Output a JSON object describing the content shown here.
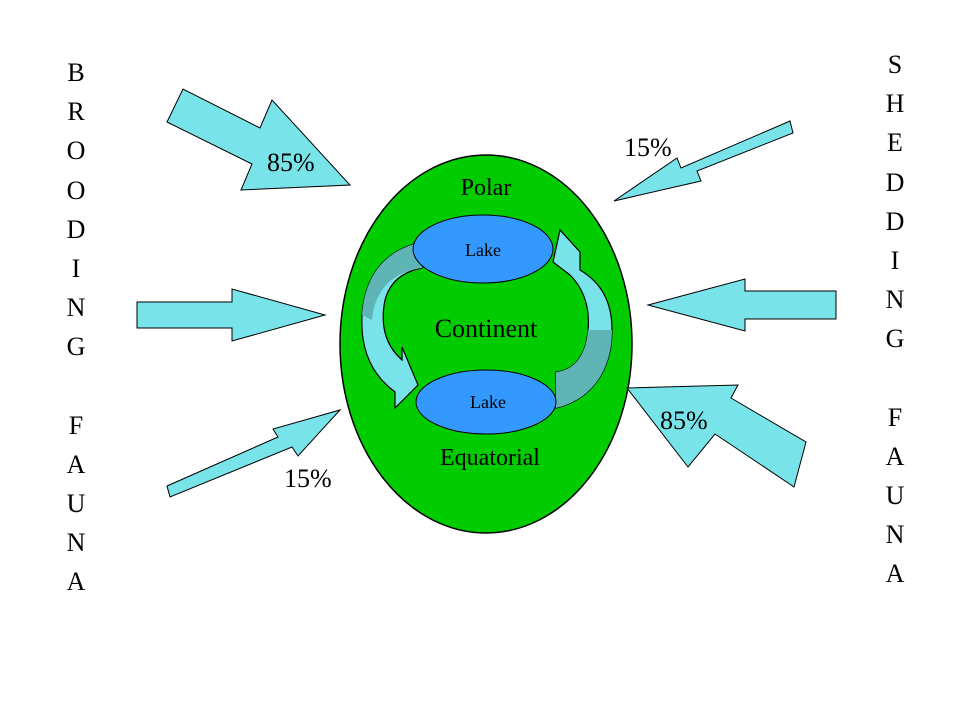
{
  "left_label": {
    "line1": [
      "B",
      "R",
      "O",
      "O",
      "D",
      "I",
      "N",
      "G"
    ],
    "line2": [
      "F",
      "A",
      "U",
      "N",
      "A"
    ]
  },
  "right_label": {
    "line1": [
      "S",
      "H",
      "E",
      "D",
      "D",
      "I",
      "N",
      "G"
    ],
    "line2": [
      "F",
      "A",
      "U",
      "N",
      "A"
    ]
  },
  "continent": {
    "top_label": "Polar",
    "middle_label": "Continent",
    "bottom_label": "Equatorial",
    "upper_lake_label": "Lake",
    "lower_lake_label": "Lake"
  },
  "arrows": {
    "left_top_percent": "85%",
    "left_bottom_percent": "15%",
    "right_top_percent": "15%",
    "right_bottom_percent": "85%"
  },
  "colors": {
    "continent_green": "#00cc00",
    "lake_blue": "#3399ff",
    "arrow_cyan": "#79e3ea",
    "cycle_teal": "#5fb5b5"
  }
}
